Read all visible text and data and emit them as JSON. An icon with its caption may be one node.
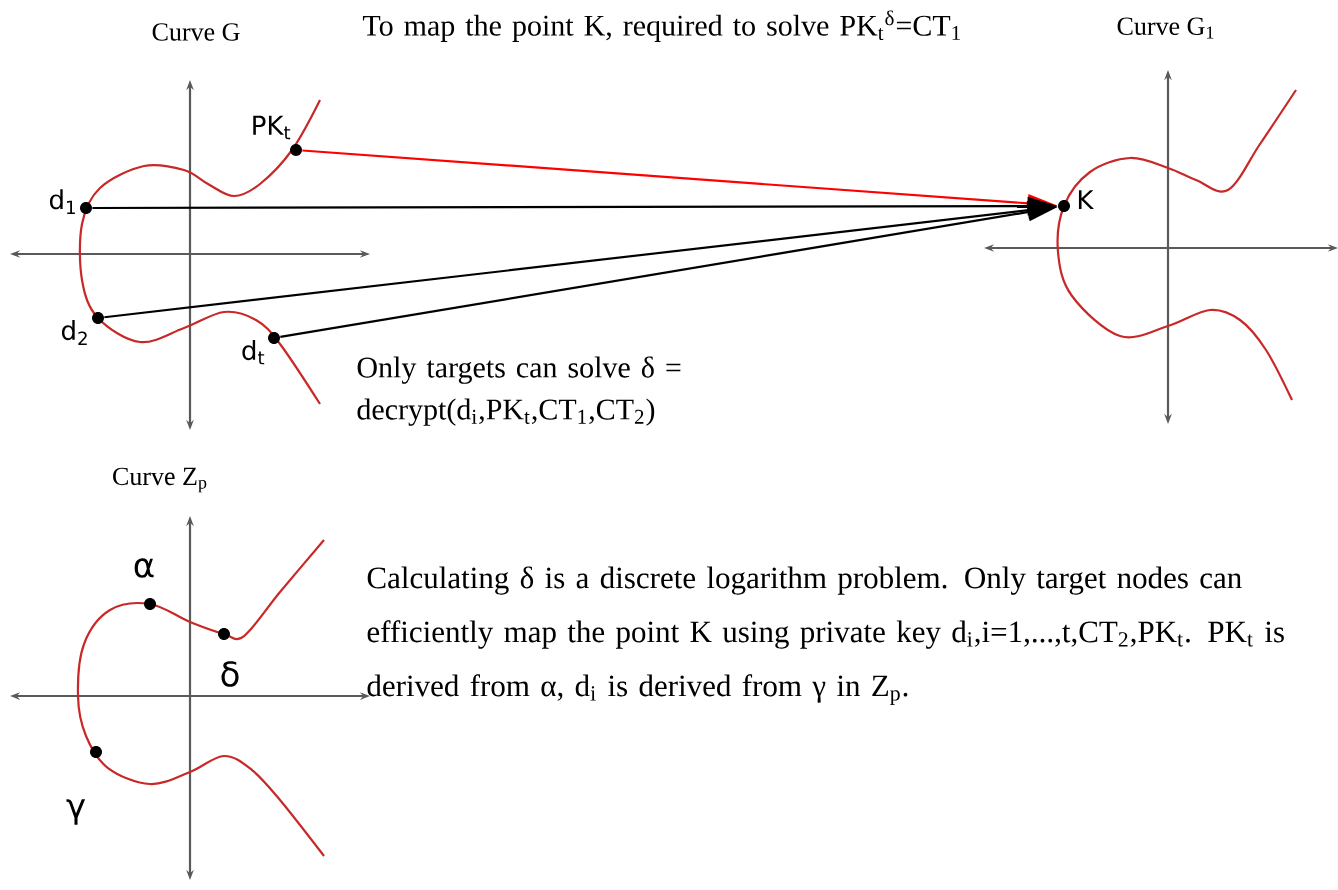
{
  "diagram": {
    "nodes": [
      {
        "text": [
          "PK$_{t}$"
        ]
      },
      {
        "text": [
          "d$_{1}$"
        ]
      },
      {
        "text": [
          "d$_{2}$"
        ]
      },
      {
        "text": [
          "d$_{t}$"
        ]
      },
      {
        "text": [
          "K"
        ]
      }
    ],
    "edges": [
      {
        "from": 0,
        "to": 4,
        "arrow": "to",
        "color": "#ff0000"
      },
      {
        "from": 1,
        "to": 4,
        "arrow": "to"
      },
      {
        "from": 2,
        "to": 4,
        "arrow": "to"
      },
      {
        "from": 3,
        "to": 4,
        "arrow": "to"
      }
    ],
    "labels": [
      "Curve G",
      "Curve G$_{1}$",
      "To map the point K, required to solve PK$_{t}$$^{δ}$=CT$_{1}$",
      "Only targets can solve δ = decrypt(d$_{i}$,PK$_{t}$,CT$_{1}$,CT$_{2}$)",
      "Curve Z$_{p}$",
      "α",
      "δ",
      "γ",
      "Calculating δ is a discrete logarithm problem. Only target nodes can efficiently map the point K using private key d$_{i}$,i=1,...,t,CT$_{2}$,PK$_{t}$. PK$_{t}$ is derived from α, d$_{i}$ is derived from γ in Z$_{p}$."
    ]
  }
}
